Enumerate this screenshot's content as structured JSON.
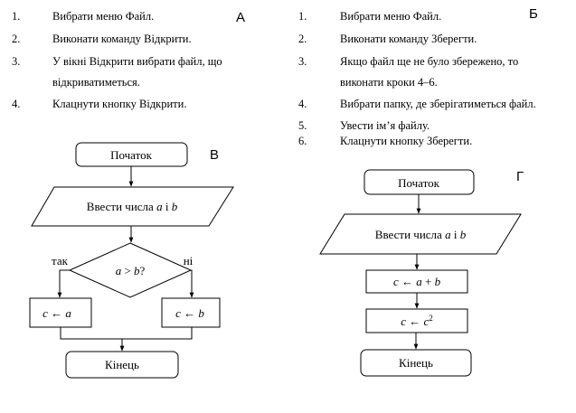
{
  "lists": {
    "a": {
      "letter": "А",
      "items": [
        {
          "num": "1.",
          "lines": [
            "Вибрати меню Файл."
          ]
        },
        {
          "num": "2.",
          "lines": [
            "Виконати команду Відкрити."
          ]
        },
        {
          "num": "3.",
          "lines": [
            "У вікні Відкрити вибрати файл, що",
            "відкриватиметься."
          ]
        },
        {
          "num": "4.",
          "lines": [
            "Клацнути кнопку Відкрити."
          ]
        }
      ]
    },
    "b": {
      "letter": "Б",
      "items": [
        {
          "num": "1.",
          "lines": [
            "Вибрати меню Файл."
          ]
        },
        {
          "num": "2.",
          "lines": [
            "Виконати команду Зберегти."
          ]
        },
        {
          "num": "3.",
          "lines": [
            "Якщо файл ще не було збережено, то",
            "виконати кроки 4–6."
          ]
        },
        {
          "num": "4.",
          "lines": [
            "Вибрати папку, де зберігатиметься файл."
          ]
        },
        {
          "num": "5.",
          "lines": [
            "Увести ім’я файлу."
          ]
        },
        {
          "num": "6.",
          "lines": [
            "Клацнути кнопку Зберегти."
          ]
        }
      ]
    }
  },
  "flowchart_v": {
    "letter": "В",
    "start": "Початок",
    "input": "Ввести числа a і b",
    "condition": "a > b?",
    "yes_label": "так",
    "no_label": "ні",
    "left_action": "c ← a",
    "right_action": "c ← b",
    "end": "Кінець"
  },
  "flowchart_g": {
    "letter": "Г",
    "start": "Початок",
    "input": "Ввести числа a і b",
    "step1": "c ← a + b",
    "step2": "c ← c²",
    "end": "Кінець"
  }
}
